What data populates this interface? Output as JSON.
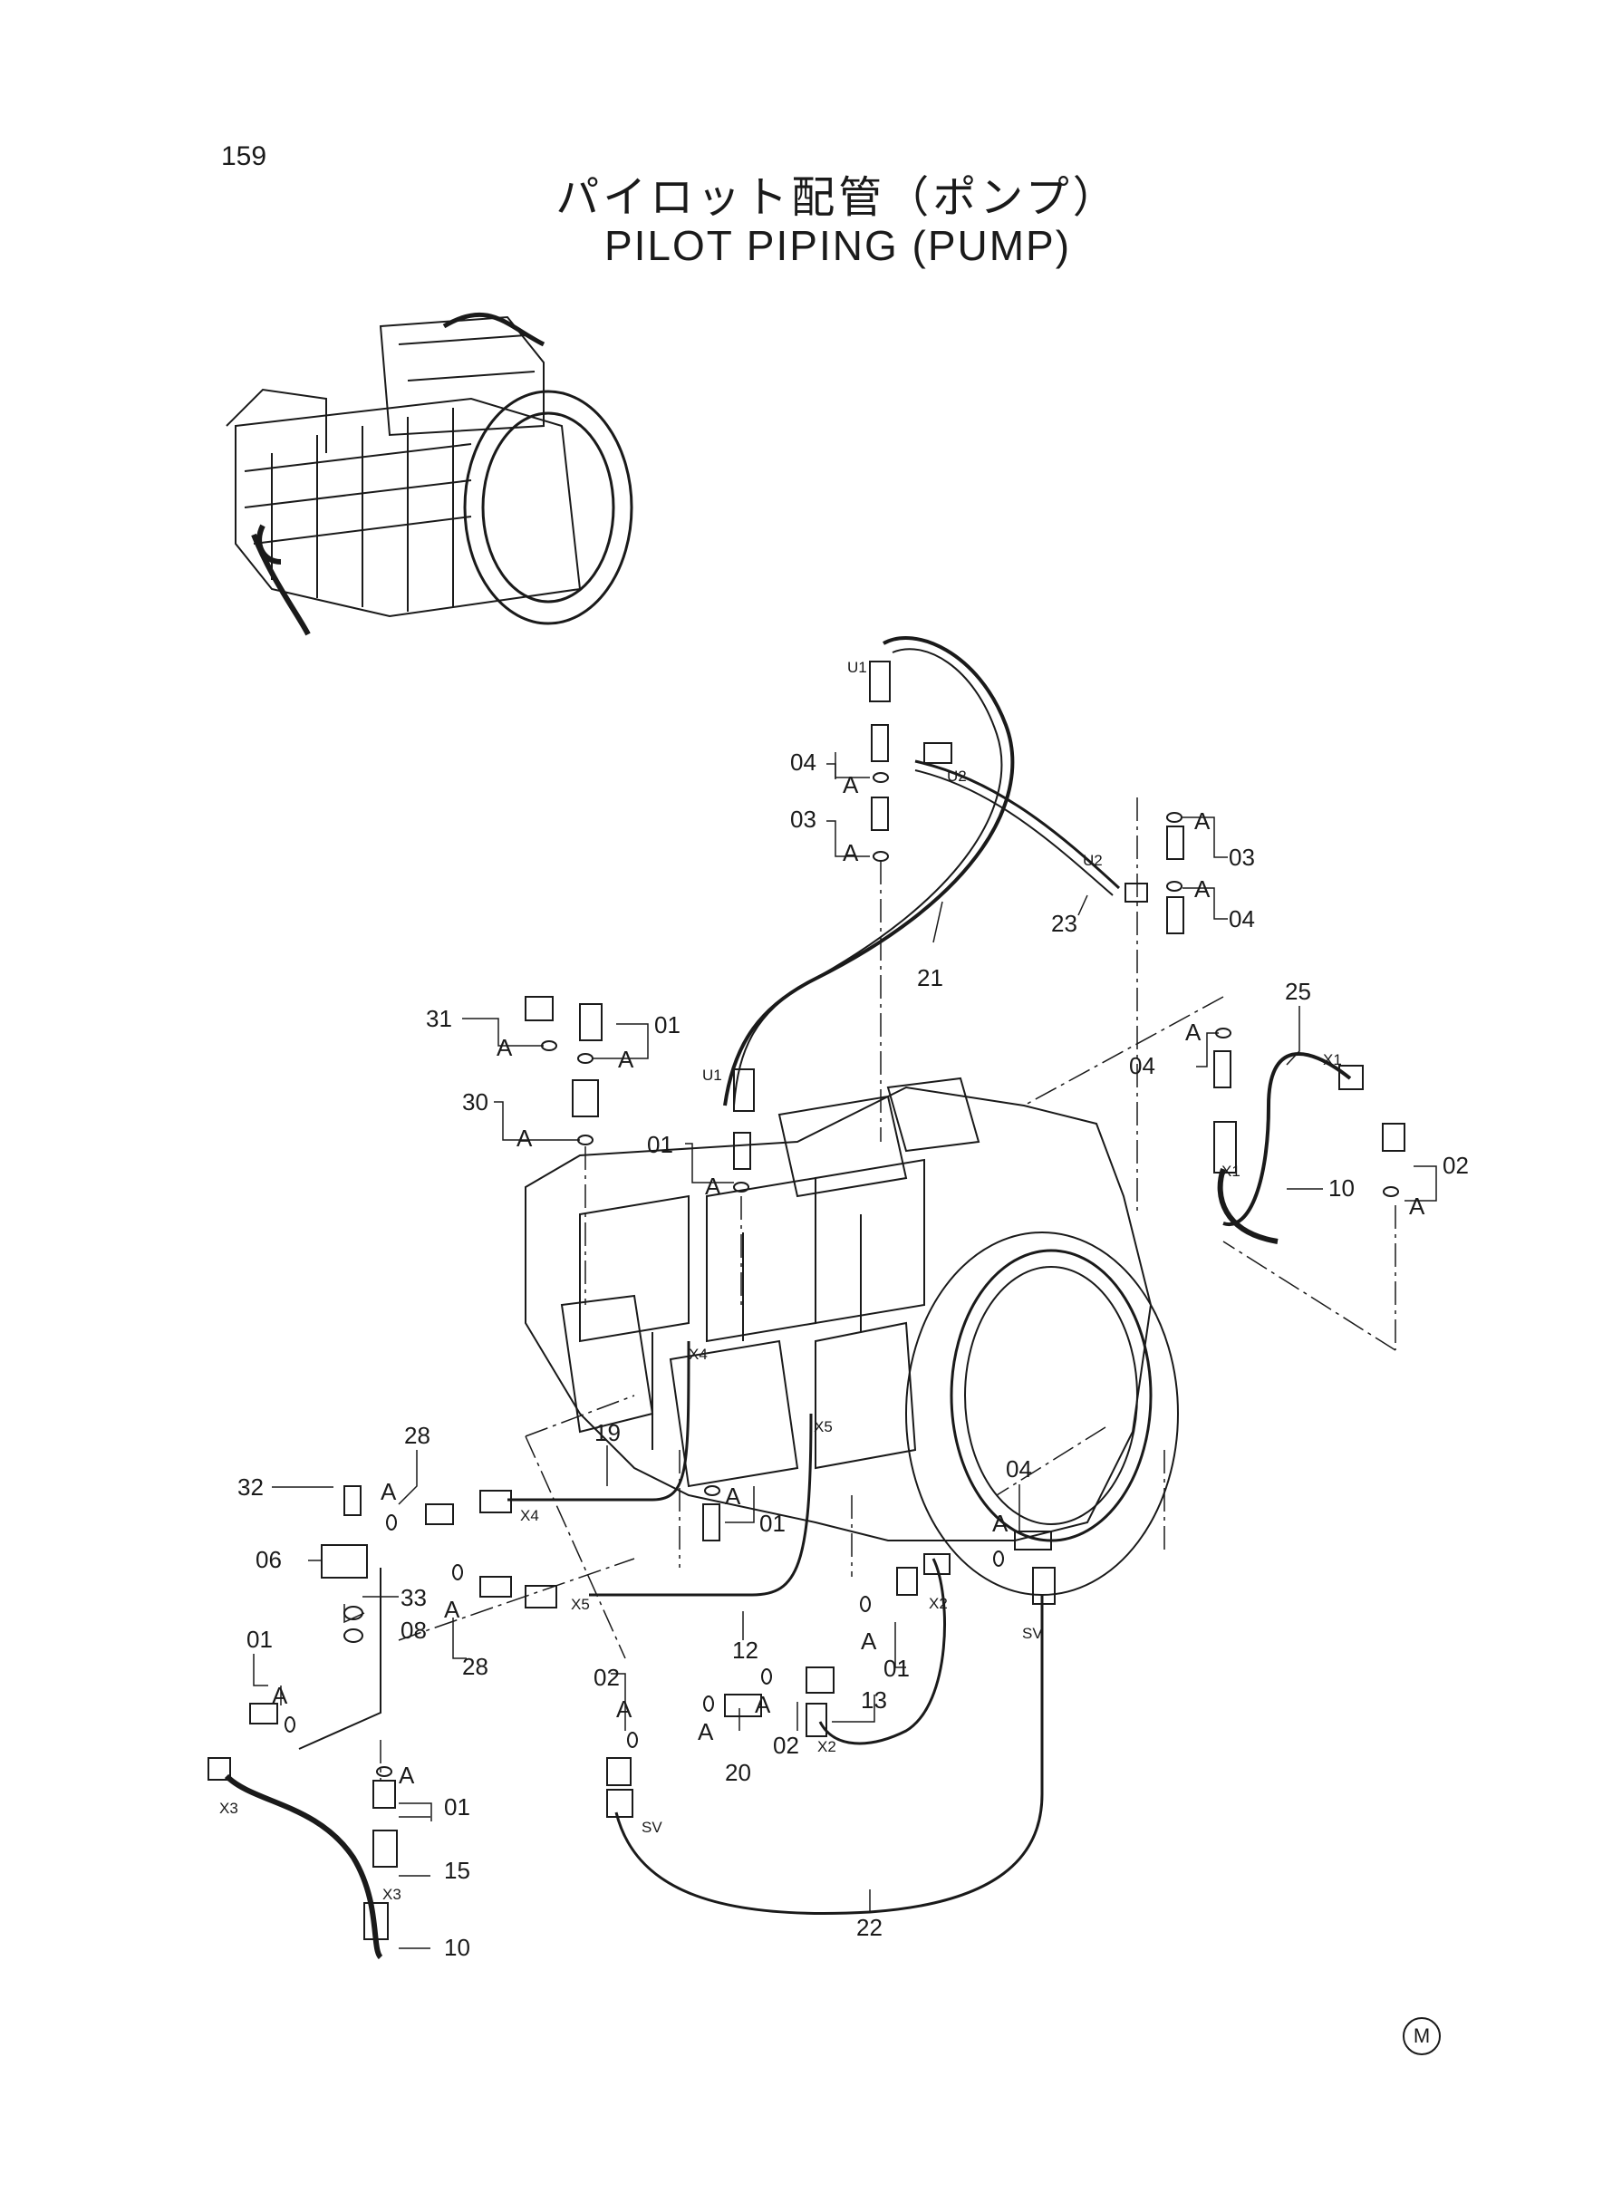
{
  "page_number": "159",
  "title_jp": "パイロット配管（ポンプ）",
  "title_en": "PILOT PIPING (PUMP)",
  "corner_mark": "M",
  "callouts": [
    {
      "id": "c-04a",
      "text": "04"
    },
    {
      "id": "c-03a",
      "text": "03"
    },
    {
      "id": "c-03b",
      "text": "03"
    },
    {
      "id": "c-04b",
      "text": "04"
    },
    {
      "id": "c-23",
      "text": "23"
    },
    {
      "id": "c-21",
      "text": "21"
    },
    {
      "id": "c-25",
      "text": "25"
    },
    {
      "id": "c-04c",
      "text": "04"
    },
    {
      "id": "c-02a",
      "text": "02"
    },
    {
      "id": "c-10a",
      "text": "10"
    },
    {
      "id": "c-31",
      "text": "31"
    },
    {
      "id": "c-01a",
      "text": "01"
    },
    {
      "id": "c-30",
      "text": "30"
    },
    {
      "id": "c-01b",
      "text": "01"
    },
    {
      "id": "c-28a",
      "text": "28"
    },
    {
      "id": "c-19",
      "text": "19"
    },
    {
      "id": "c-32",
      "text": "32"
    },
    {
      "id": "c-01c",
      "text": "01"
    },
    {
      "id": "c-06",
      "text": "06"
    },
    {
      "id": "c-33",
      "text": "33"
    },
    {
      "id": "c-08",
      "text": "08"
    },
    {
      "id": "c-28b",
      "text": "28"
    },
    {
      "id": "c-04d",
      "text": "04"
    },
    {
      "id": "c-01d",
      "text": "01"
    },
    {
      "id": "c-12",
      "text": "12"
    },
    {
      "id": "c-02b",
      "text": "02"
    },
    {
      "id": "c-20",
      "text": "20"
    },
    {
      "id": "c-02c",
      "text": "02"
    },
    {
      "id": "c-13",
      "text": "13"
    },
    {
      "id": "c-01e",
      "text": "01"
    },
    {
      "id": "c-01f",
      "text": "01"
    },
    {
      "id": "c-15",
      "text": "15"
    },
    {
      "id": "c-10b",
      "text": "10"
    },
    {
      "id": "c-22",
      "text": "22"
    }
  ],
  "port_labels": [
    {
      "id": "p-u1a",
      "text": "U1"
    },
    {
      "id": "p-u2a",
      "text": "U2"
    },
    {
      "id": "p-u2b",
      "text": "U2"
    },
    {
      "id": "p-u1b",
      "text": "U1"
    },
    {
      "id": "p-x1a",
      "text": "X1"
    },
    {
      "id": "p-x1b",
      "text": "X1"
    },
    {
      "id": "p-x4a",
      "text": "X4"
    },
    {
      "id": "p-x4b",
      "text": "X4"
    },
    {
      "id": "p-x5a",
      "text": "X5"
    },
    {
      "id": "p-x5b",
      "text": "X5"
    },
    {
      "id": "p-x2a",
      "text": "X2"
    },
    {
      "id": "p-x2b",
      "text": "X2"
    },
    {
      "id": "p-sva",
      "text": "SV"
    },
    {
      "id": "p-svb",
      "text": "SV"
    },
    {
      "id": "p-x3a",
      "text": "X3"
    },
    {
      "id": "p-x3b",
      "text": "X3"
    }
  ],
  "seal_label": "A"
}
